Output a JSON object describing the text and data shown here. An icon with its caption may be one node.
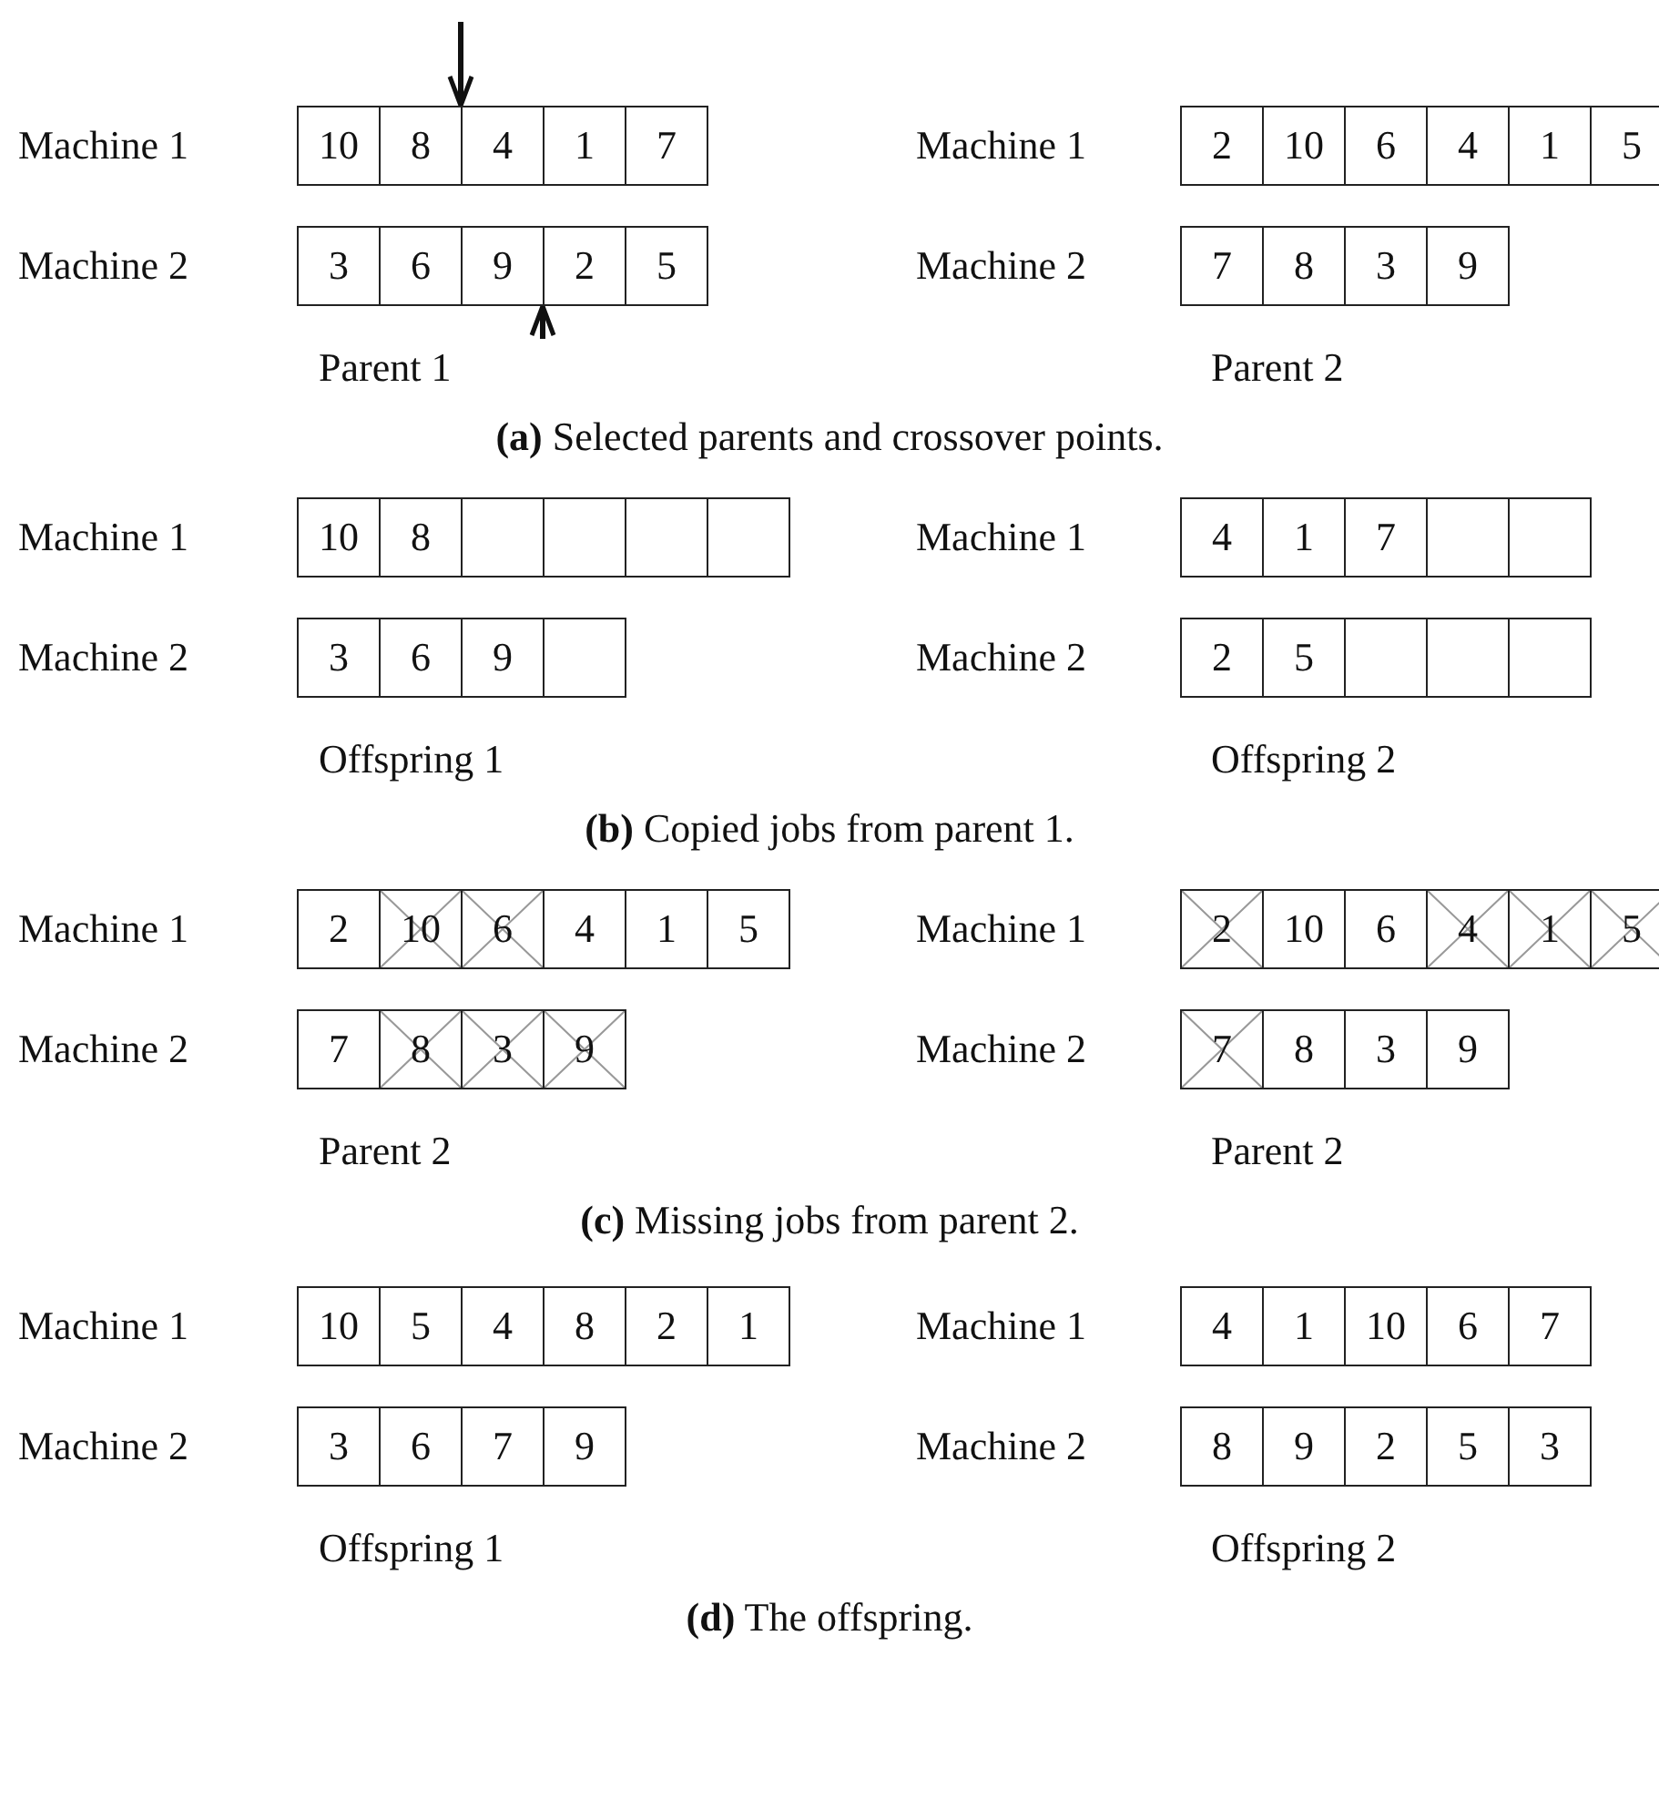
{
  "diagram": {
    "nodes": [
      {
        "text": [
          "10"
        ]
      },
      {
        "text": [
          "8"
        ]
      },
      {
        "text": [
          "4"
        ]
      },
      {
        "text": [
          "1"
        ]
      },
      {
        "text": [
          "7"
        ]
      },
      {
        "text": [
          "2"
        ]
      },
      {
        "text": [
          "10"
        ]
      },
      {
        "text": [
          "6"
        ]
      },
      {
        "text": [
          "4"
        ]
      },
      {
        "text": [
          "1"
        ]
      },
      {
        "text": [
          "5"
        ]
      },
      {
        "text": [
          "3"
        ]
      },
      {
        "text": [
          "6"
        ]
      },
      {
        "text": [
          "9"
        ]
      },
      {
        "text": [
          "2"
        ]
      },
      {
        "text": [
          "5"
        ]
      },
      {
        "text": [
          "7"
        ]
      },
      {
        "text": [
          "8"
        ]
      },
      {
        "text": [
          "3"
        ]
      },
      {
        "text": [
          "9"
        ]
      },
      {
        "text": [
          "10"
        ]
      },
      {
        "text": [
          "8"
        ]
      },
      {
        "text": [],
        "shape": "box"
      },
      {
        "text": [],
        "shape": "box"
      },
      {
        "text": [],
        "shape": "box"
      },
      {
        "text": [],
        "shape": "box"
      },
      {
        "text": [
          "4"
        ]
      },
      {
        "text": [
          "1"
        ]
      },
      {
        "text": [
          "7"
        ]
      },
      {
        "text": [],
        "shape": "box"
      },
      {
        "text": [],
        "shape": "box"
      },
      {
        "text": [
          "3"
        ]
      },
      {
        "text": [
          "6"
        ]
      },
      {
        "text": [
          "9"
        ]
      },
      {
        "text": [],
        "shape": "box"
      },
      {
        "text": [
          "2"
        ]
      },
      {
        "text": [
          "5"
        ]
      },
      {
        "text": [],
        "shape": "box"
      },
      {
        "text": [],
        "shape": "box"
      },
      {
        "text": [],
        "shape": "box"
      },
      {
        "text": [
          "2"
        ]
      },
      {
        "text": [
          "10"
        ]
      },
      {
        "text": [
          "6"
        ]
      },
      {
        "text": [
          "4"
        ]
      },
      {
        "text": [
          "1"
        ]
      },
      {
        "text": [
          "5"
        ]
      },
      {
        "text": [
          "2"
        ]
      },
      {
        "text": [
          "10"
        ]
      },
      {
        "text": [
          "6"
        ]
      },
      {
        "text": [
          "4"
        ]
      },
      {
        "text": [
          "1"
        ]
      },
      {
        "text": [
          "5"
        ]
      },
      {
        "text": [
          "7"
        ]
      },
      {
        "text": [
          "8"
        ]
      },
      {
        "text": [
          "3"
        ]
      },
      {
        "text": [
          "9"
        ]
      },
      {
        "text": [
          "7"
        ]
      },
      {
        "text": [
          "8"
        ]
      },
      {
        "text": [
          "3"
        ]
      },
      {
        "text": [
          "9"
        ]
      },
      {
        "text": [
          "10"
        ]
      },
      {
        "text": [
          "5"
        ]
      },
      {
        "text": [
          "4"
        ]
      },
      {
        "text": [
          "8"
        ]
      },
      {
        "text": [
          "2"
        ]
      },
      {
        "text": [
          "1"
        ]
      },
      {
        "text": [
          "4"
        ]
      },
      {
        "text": [
          "1"
        ]
      },
      {
        "text": [
          "10"
        ]
      },
      {
        "text": [
          "6"
        ]
      },
      {
        "text": [
          "7"
        ]
      },
      {
        "text": [
          "3"
        ]
      },
      {
        "text": [
          "6"
        ]
      },
      {
        "text": [
          "7"
        ]
      },
      {
        "text": [
          "9"
        ]
      },
      {
        "text": [
          "8"
        ]
      },
      {
        "text": [
          "9"
        ]
      },
      {
        "text": [
          "2"
        ]
      },
      {
        "text": [
          "5"
        ]
      },
      {
        "text": [
          "3"
        ]
      }
    ],
    "labels": [
      "Machine 1",
      "Machine 1",
      "Machine 2",
      "Machine 2",
      "Parent 1",
      "Parent 2",
      "**(a)** Selected parents and crossover points.",
      "Machine 1",
      "Machine 1",
      "Machine 2",
      "Machine 2",
      "Offspring 1",
      "Offspring 2",
      "**(b)** Copied jobs from parent 1.",
      "Machine 1",
      "Machine 1",
      "Machine 2",
      "Machine 2",
      "Parent 2",
      "Parent 2",
      "**(c)** Missing jobs from parent 2.",
      "Machine 1",
      "Machine 1",
      "Machine 2",
      "Machine 2",
      "Offspring 1",
      "Offspring 2",
      "**(d)** The offspring."
    ]
  }
}
